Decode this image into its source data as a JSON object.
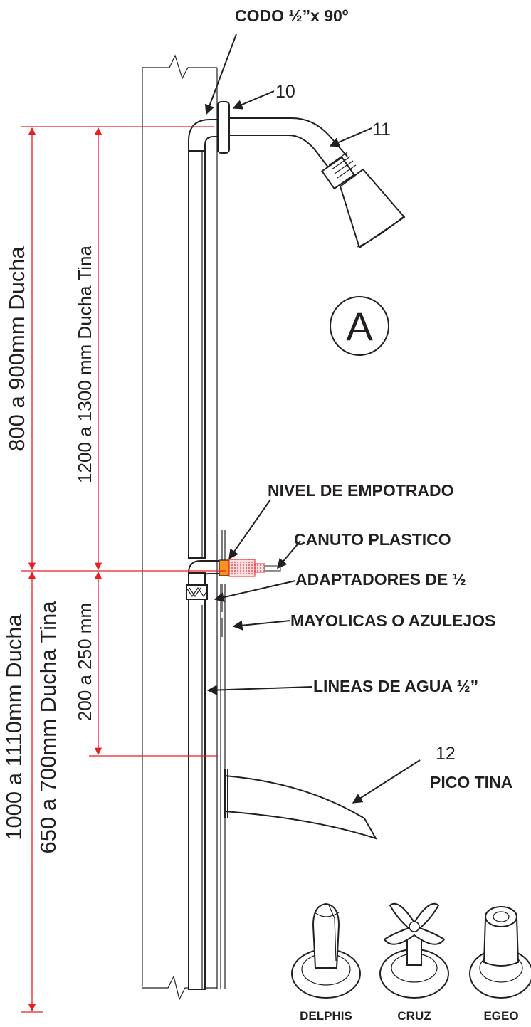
{
  "labels": {
    "codo": "CODO ½”x 90º",
    "nivel": "NIVEL DE EMPOTRADO",
    "canuto": "CANUTO PLASTICO",
    "adaptadores": "ADAPTADORES DE ½",
    "mayolicas": "MAYOLICAS O AZULEJOS",
    "lineas": "LINEAS DE AGUA ½”",
    "pico": "PICO TINA"
  },
  "callouts": {
    "n10": "10",
    "n11": "11",
    "n12": "12"
  },
  "section_marker": "A",
  "dimensions": {
    "upper_ducha": "800 a 900mm Ducha",
    "upper_tina": "1200 a 1300 mm Ducha Tina",
    "lower_ducha": "1000 a 1110mm Ducha",
    "lower_tina": "650 a 700mm Ducha Tina",
    "valve_height": "200 a 250 mm"
  },
  "valves": [
    "DELPHIS",
    "CRUZ",
    "EGEO"
  ],
  "colors": {
    "dimension_red": "#ed1c24",
    "line_black": "#231f20",
    "fitting_orange": "#f7941d"
  }
}
